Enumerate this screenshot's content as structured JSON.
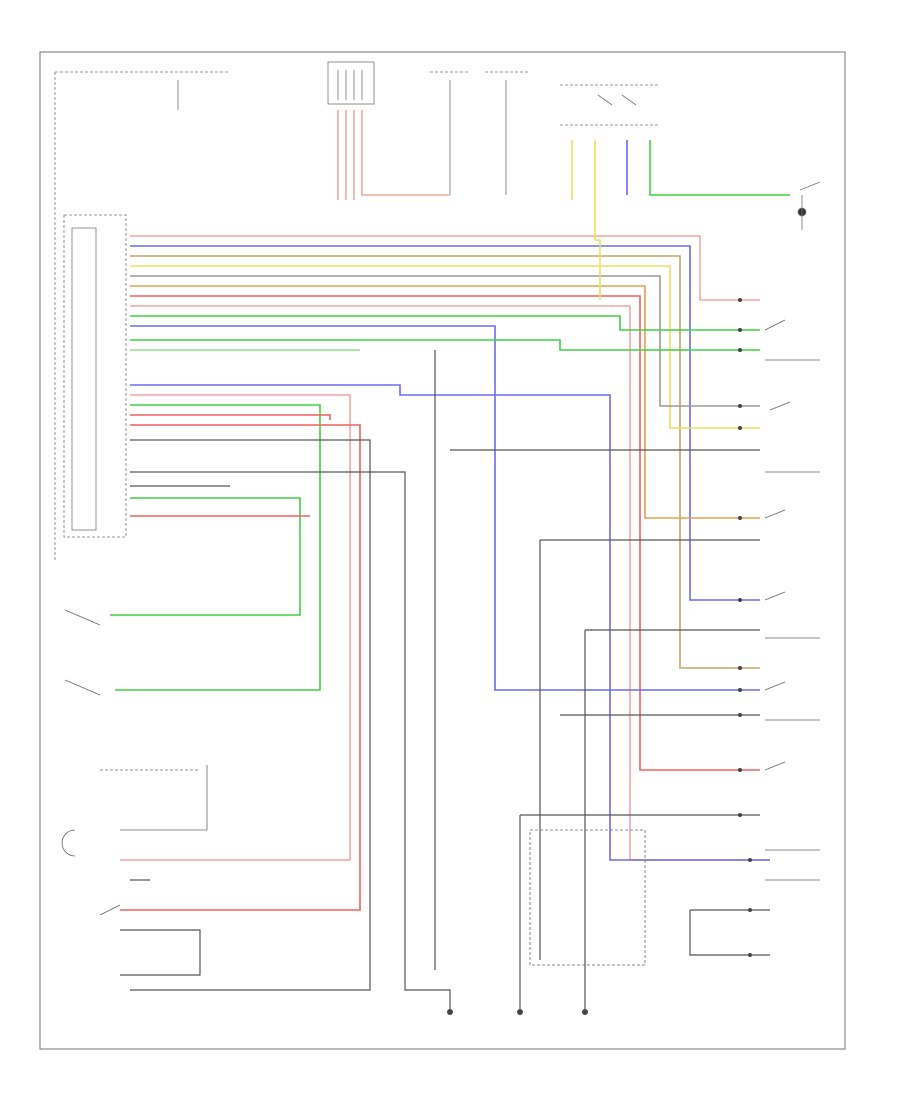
{
  "diagram": {
    "colors": {
      "pink": "#f4a6a6",
      "blue": "#6b6bf0",
      "tan": "#c8a468",
      "yellow": "#e8e060",
      "orange": "#e0a050",
      "red": "#f06060",
      "green": "#40d040",
      "lightgreen": "#90e090",
      "gray": "#9a9a9a",
      "black": "#303030"
    },
    "wires": [
      {
        "name": "wire-pink-top",
        "color": "pink"
      },
      {
        "name": "wire-blue-top",
        "color": "blue"
      },
      {
        "name": "wire-tan-1",
        "color": "tan"
      },
      {
        "name": "wire-yellow-1",
        "color": "yellow"
      },
      {
        "name": "wire-gray-1",
        "color": "gray"
      },
      {
        "name": "wire-orange-1",
        "color": "orange"
      },
      {
        "name": "wire-red-1",
        "color": "red"
      },
      {
        "name": "wire-pink-2",
        "color": "pink"
      },
      {
        "name": "wire-green-1",
        "color": "green"
      },
      {
        "name": "wire-blue-2",
        "color": "blue"
      },
      {
        "name": "wire-green-2",
        "color": "green"
      },
      {
        "name": "wire-lightgreen-1",
        "color": "lightgreen"
      }
    ]
  }
}
